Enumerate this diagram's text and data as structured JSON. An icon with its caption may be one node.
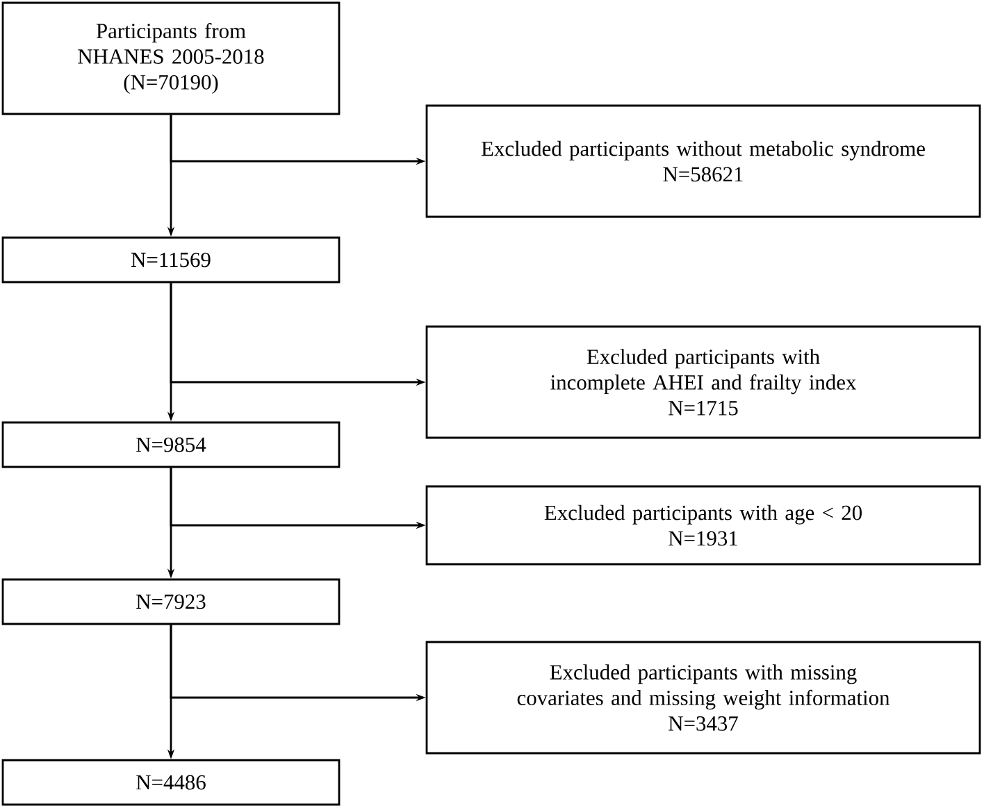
{
  "diagram": {
    "nodes": [
      {
        "text": [
          "Participants from NHANES 2005-2018",
          "(N=70190)"
        ]
      },
      {
        "text": [
          "Excluded participants without metabolic syndrome",
          "N=58621"
        ]
      },
      {
        "text": [
          "N=11569"
        ]
      },
      {
        "text": [
          "Excluded participants with incomplete AHEI and frailty index",
          "N=1715"
        ]
      },
      {
        "text": [
          "N=9854"
        ]
      },
      {
        "text": [
          "Excluded participants with age < 20",
          "N=1931"
        ]
      },
      {
        "text": [
          "N=7923"
        ]
      },
      {
        "text": [
          "Excluded participants with missing covariates and missing weight information",
          "N=3437"
        ]
      },
      {
        "text": [
          "N=4486"
        ]
      }
    ],
    "edges": [
      {
        "from": 0,
        "to": 2,
        "arrow": "to"
      },
      {
        "from": 0,
        "to": 1,
        "arrow": "to"
      },
      {
        "from": 2,
        "to": 4,
        "arrow": "to"
      },
      {
        "from": 2,
        "to": 3,
        "arrow": "to"
      },
      {
        "from": 4,
        "to": 6,
        "arrow": "to"
      },
      {
        "from": 4,
        "to": 5,
        "arrow": "to"
      },
      {
        "from": 6,
        "to": 8,
        "arrow": "to"
      },
      {
        "from": 6,
        "to": 7,
        "arrow": "to"
      }
    ]
  }
}
